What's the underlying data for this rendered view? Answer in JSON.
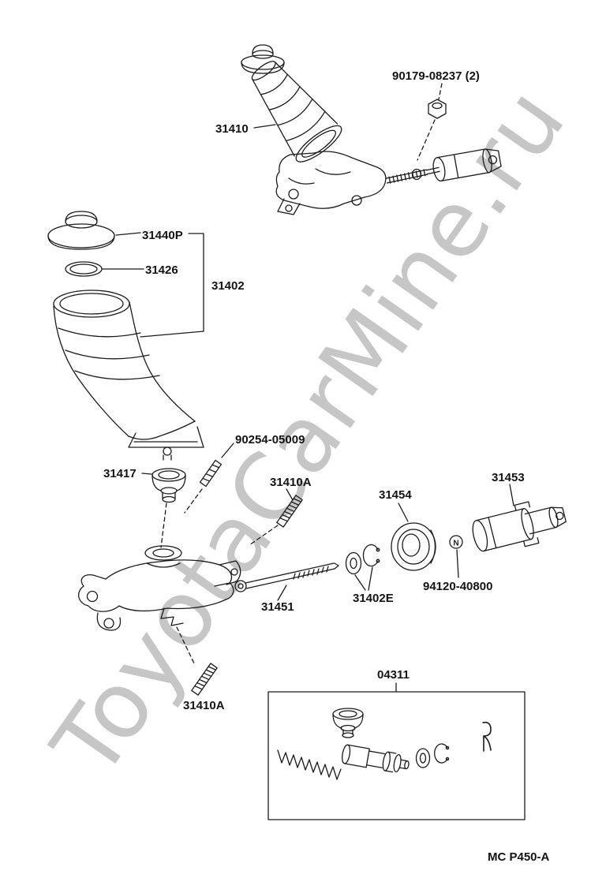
{
  "watermark": "ToyotaCarMine.ru",
  "page_code": "MC P450-A",
  "symbols": {
    "nut": "N"
  },
  "labels": {
    "locknut": "90179-08237 (2)",
    "boot_assembly": "31410",
    "cap": "31440P",
    "gasket": "31426",
    "reservoir": "31402",
    "pin": "90254-05009",
    "grommet": "31417",
    "stud_upper": "31410A",
    "seal": "31454",
    "damper": "31453",
    "bolt": "31451",
    "washer_ring": "31402E",
    "nut": "94120-40800",
    "stud_lower": "31410A",
    "repair_kit": "04311"
  }
}
